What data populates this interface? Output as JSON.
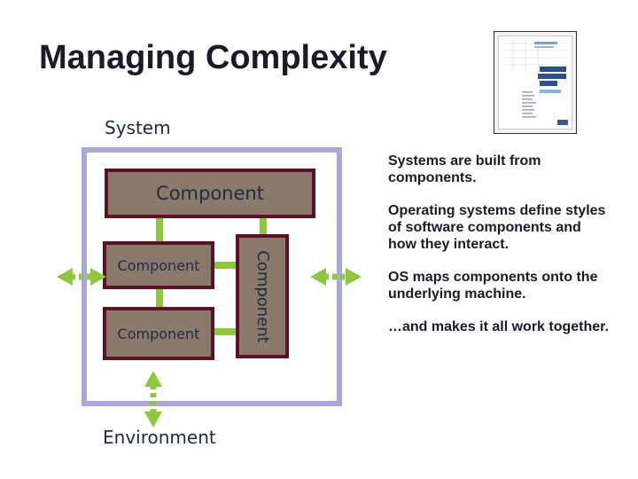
{
  "title": "Managing Complexity",
  "diagram": {
    "system_label": "System",
    "environment_label": "Environment",
    "component_top": "Component",
    "component_left_1": "Component",
    "component_left_2": "Component",
    "component_right": "Component"
  },
  "bullets": [
    "Systems are built from components.",
    "Operating systems define styles of software components and how they interact.",
    "OS maps components onto the underlying machine.",
    "…and makes it all work together."
  ],
  "colors": {
    "system_border": "#a9a9d9",
    "component_fill": "#8a7a6c",
    "component_border": "#5b1226",
    "connector": "#8dc63f"
  }
}
